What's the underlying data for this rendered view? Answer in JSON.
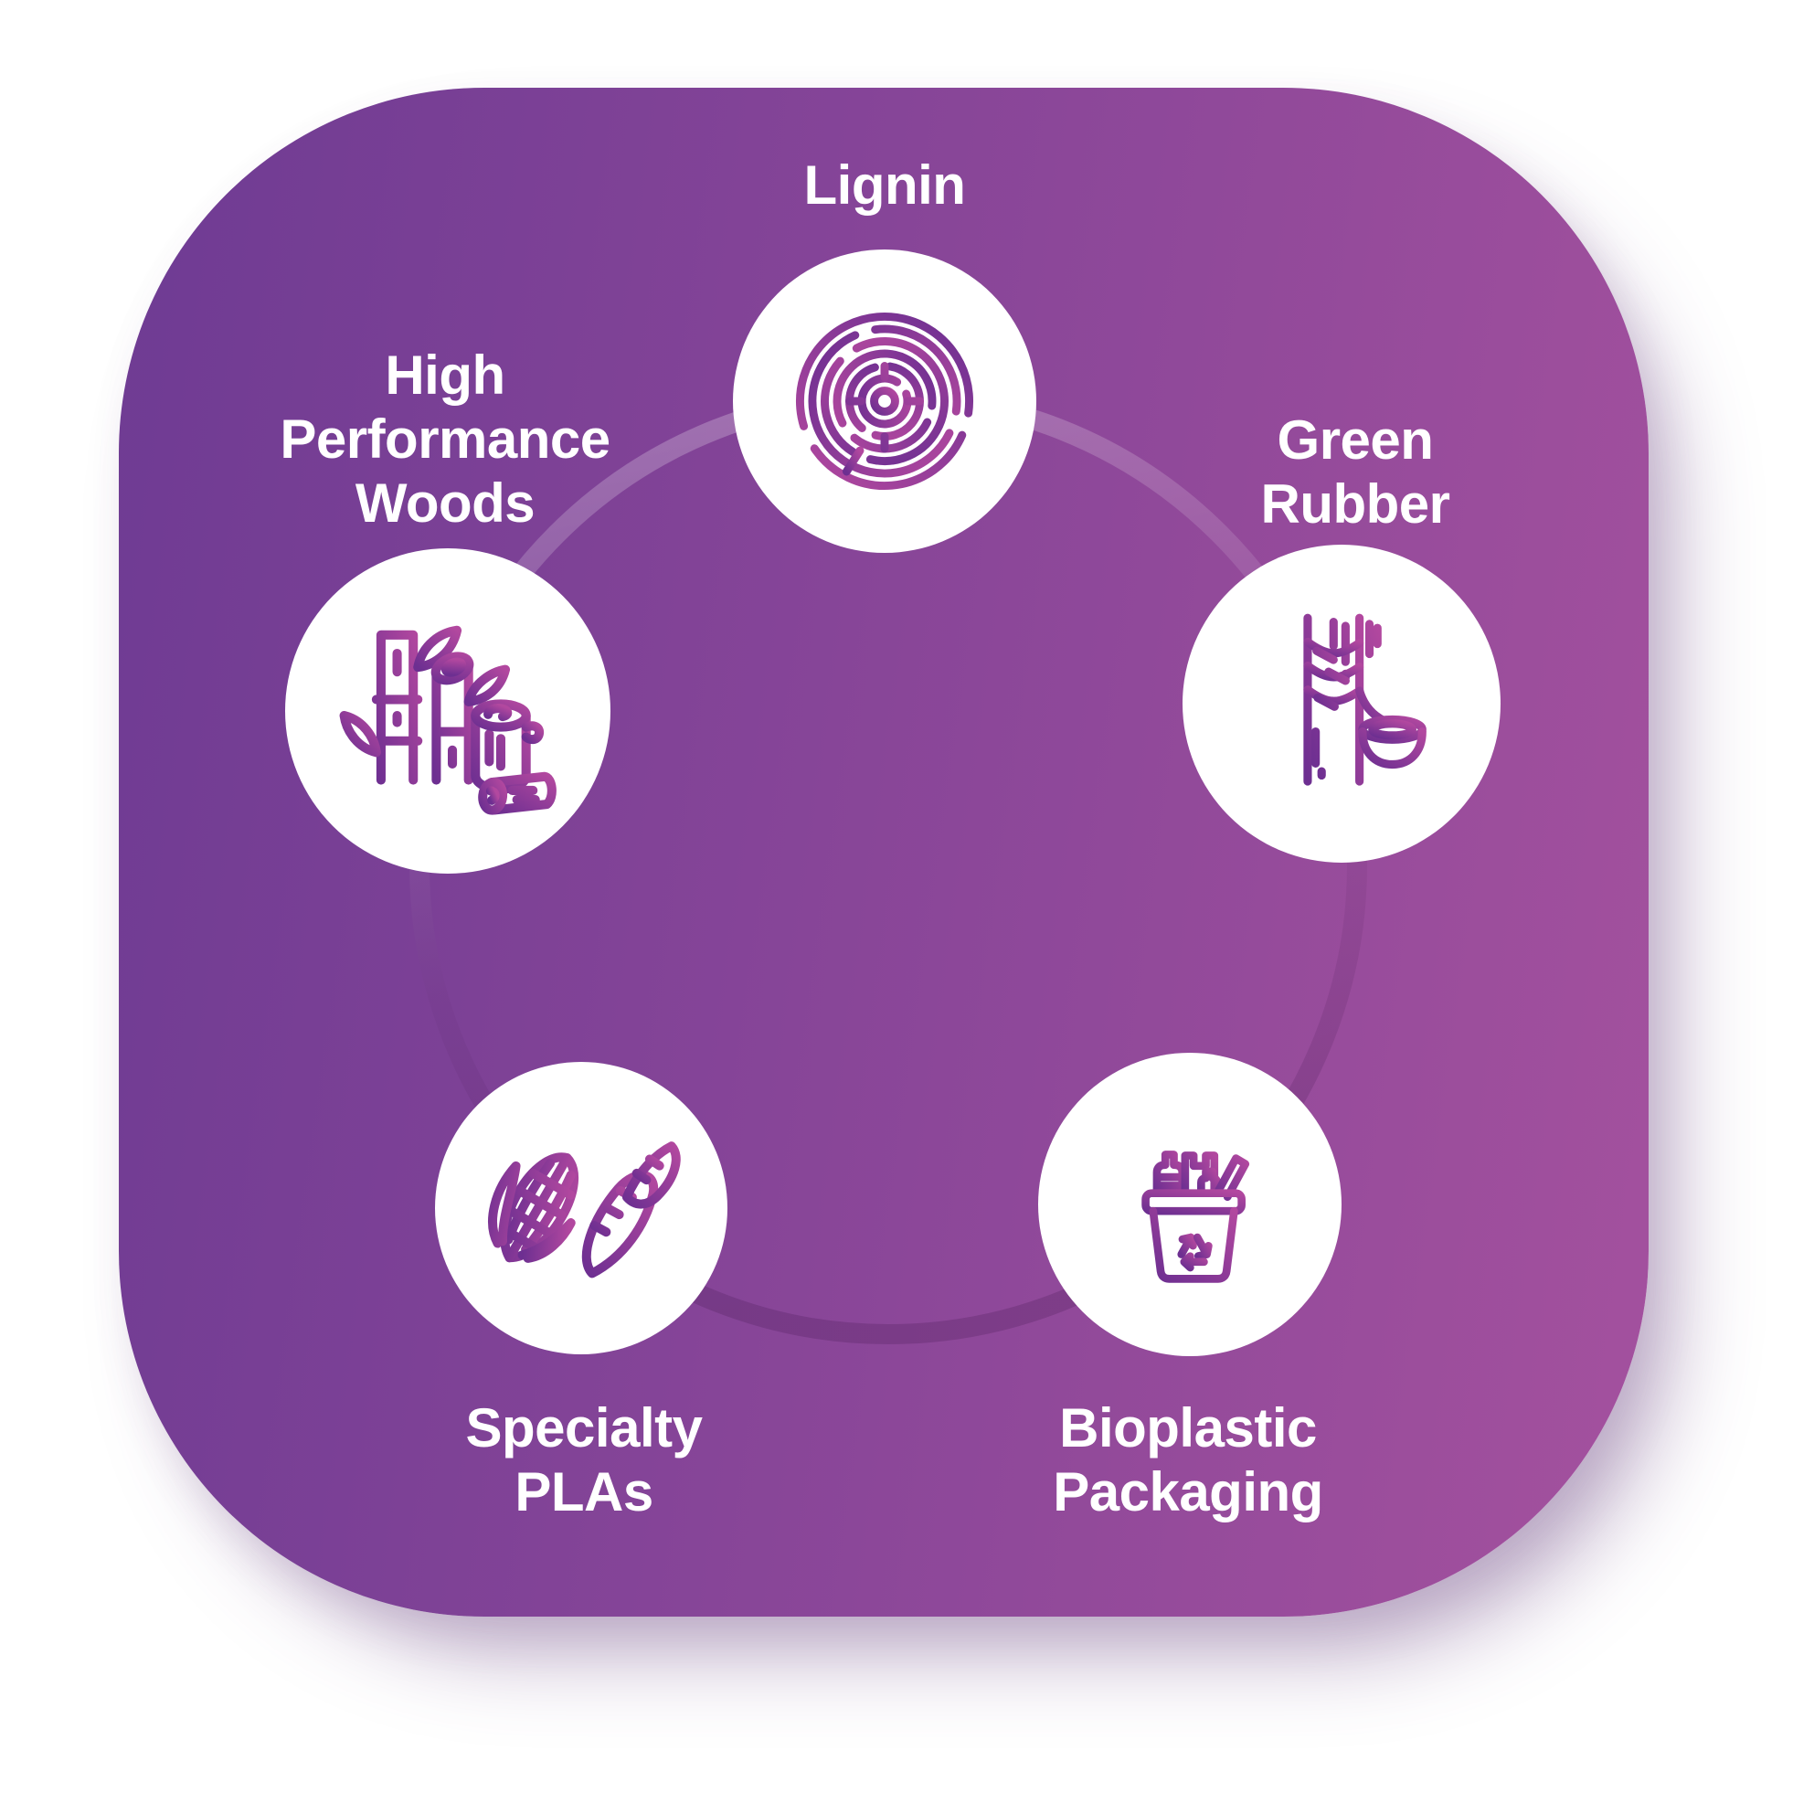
{
  "nodes": [
    {
      "id": "lignin",
      "label_lines": [
        "Lignin"
      ],
      "icon": "wood-rings-icon"
    },
    {
      "id": "high-performance-woods",
      "label_lines": [
        "High",
        "Performance",
        "Woods"
      ],
      "icon": "bamboo-and-logs-icon"
    },
    {
      "id": "green-rubber",
      "label_lines": [
        "Green",
        "Rubber"
      ],
      "icon": "rubber-tapping-icon"
    },
    {
      "id": "specialty-plas",
      "label_lines": [
        "Specialty",
        "PLAs"
      ],
      "icon": "corn-and-sweet-potato-icon"
    },
    {
      "id": "bioplastic-packaging",
      "label_lines": [
        "Bioplastic",
        "Packaging"
      ],
      "icon": "recycling-basket-icon"
    }
  ],
  "colors": {
    "page_bg": "#ffffff",
    "card_bg_left": "#6e3b93",
    "card_bg_right": "#a4519e",
    "node_circle": "#ffffff",
    "label_text": "#ffffff",
    "icon_stroke_dark": "#6d2f91",
    "icon_stroke_light": "#b2489f",
    "ring_light": "rgba(255,255,255,0.28)",
    "ring_dark": "rgba(70,24,82,0.25)"
  }
}
